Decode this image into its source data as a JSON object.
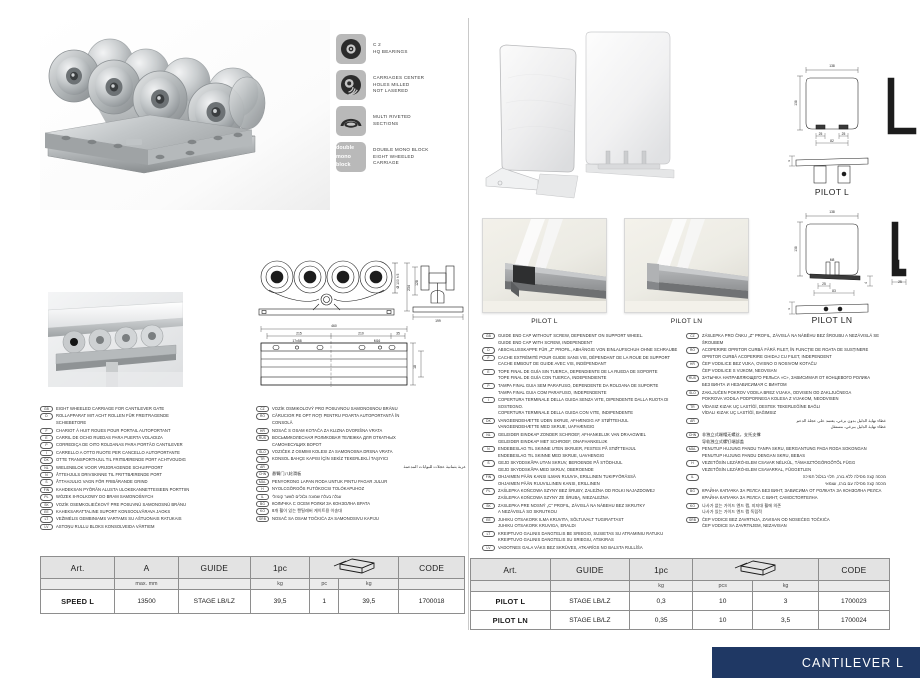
{
  "features": [
    {
      "icon": "bearing-icon",
      "text": "C 2\nHQ BEARINGS"
    },
    {
      "icon": "milled-hole-icon",
      "text": "CARRIAGES CENTER\nHOLES MILLED\nNOT LASERED"
    },
    {
      "icon": "riveted-section-icon",
      "text": "MULTI RIVETED\nSECTIONS"
    },
    {
      "icon": "double-mono-block-badge",
      "badge": "double\nmono\nblock",
      "text": "DOUBLE MONO BLOCK\nEIGHT WHEELED\nCARRIAGE"
    }
  ],
  "languages_left": [
    {
      "code": "GB",
      "text": "EIGHT WHEELED CARRIAGE FOR CANTILEVER GATE"
    },
    {
      "code": "D",
      "text": "ROLLAPPARAT MIT ACHT ROLLEN FÜR FREITRAGENDE\nSCHIEBETORE"
    },
    {
      "code": "F",
      "text": "CHARIOT À HUIT ROUES POUR PORTAIL AUTOPORTANT"
    },
    {
      "code": "E",
      "text": "CARRIL DE OCHO RUEDAS PARA PUERTA VOLADIZA"
    },
    {
      "code": "P",
      "text": "CORREDIÇA DE OITO ROLDANAS PARA PORTÃO CANTILEVER"
    },
    {
      "code": "I",
      "text": "CARRELLO A OTTO RUOTE PER CANCELLO AUTOPORTANTE"
    },
    {
      "code": "DK",
      "text": "OTTE TRANSPORTHJUL TIL FRITBÆRENDE PORT ACHTVOUDIG"
    },
    {
      "code": "NL",
      "text": "WIELENBLOK VOOR VRIJDRAGENDE SCHUIFPOORT"
    },
    {
      "code": "N",
      "text": "ÅTTEHJULS DRIVSKINNE TIL FRITTBÆRENDE PORT"
    },
    {
      "code": "S",
      "text": "ÅTTAHJULIG VAGN FÖR FRIBÄRANDE GRIND"
    },
    {
      "code": "FIN",
      "text": "KAHDEKSAN PYÖRÄN ALUSTA ULOKEKANNETTEISEEN PORTTIIN"
    },
    {
      "code": "PL",
      "text": "WÓZEK 8-ROLKOWY DO BRAM SAMONOŚNYCH"
    },
    {
      "code": "SK",
      "text": "VOZÍK OSEMKOLIEČKOVÝ PRE POSUVNÚ SAMONOSNÚ BRÁNU"
    },
    {
      "code": "EE",
      "text": "KAHEKSARATTALINE SUPORT KONSOOLVÄRAVA JAOKS"
    },
    {
      "code": "LT",
      "text": "VEŽIMĖLIS GEMBINIAMS VARTAMS SU AŠTUONAIS RATUKAIS"
    },
    {
      "code": "LV",
      "text": "ASTOŅU RULLU BLOKS KONSOLVEIDA VĀRTIEM"
    }
  ],
  "languages_mid": [
    {
      "code": "CZ",
      "text": "VOZÍK OSMIKOLOVÝ PRO POSUVNOU SAMONOSNOU BRÁNU"
    },
    {
      "code": "RO",
      "text": "CĂRUCIOR PE OPT ROŢI PENTRU POARTA AUTOPORTANTĂ ÎN\nCONSOLĂ"
    },
    {
      "code": "HR",
      "text": "NOSAČ S OSAM KOTAČA ZA KLIZNA DVORIŠNA VRATA"
    },
    {
      "code": "RUS",
      "text": "ВОСЬМИКОЛЕСНАЯ РОЛИКОВАЯ ТЕЛЕЖКА ДЛЯ ОТКАТНЫХ\nСАМОНЕСУЩИХ ВОРОТ"
    },
    {
      "code": "SLO",
      "text": "VOZIČEK Z OSMIMI KOLESI ZA SAMONOSNA DRSNA VRATA"
    },
    {
      "code": "TR",
      "text": "KONSOL BAHÇE KAPISI İÇİN SEKİZ TEKERLEKLİ TAŞIYICI"
    },
    {
      "code": "AR",
      "text": "عربة بثمانية عجلات للبوابات المدعمة",
      "rtl": true
    },
    {
      "code": "CHN",
      "text": "悬臂门八轮滑板"
    },
    {
      "code": "MAL",
      "text": "PENYORONG LAPAN RODA UNTUK PINTU PAGAR JULUR"
    },
    {
      "code": "H",
      "text": "NYOLCGÖRGŐS FUTÓKOCSI TOLÓKAPUHOZ"
    },
    {
      "code": "IL",
      "text": "עגלה בעלת שמונה גלגלים לשער קונזולי"
    },
    {
      "code": "BG",
      "text": "КОЛИЧКА С ОСЕМ РОЛКИ ЗА КОНЗОЛНА ВРАТА"
    },
    {
      "code": "KO",
      "text": "8개 휠이 있는 캔틸레버 게이트용 이송대"
    },
    {
      "code": "SRB",
      "text": "NOSAČ SA OSAM TOČKIĆA ZA SAMONOSIVU KAPIJU"
    }
  ],
  "languages_right_1": [
    {
      "code": "GB",
      "text": "GUIDE END CAP WITHOUT SCREW, DEPENDENT ON SUPPORT WHEEL.\nGUIDE END CAP WITH SCREW, INDEPENDENT"
    },
    {
      "code": "D",
      "text": "ABSCHLUSSKAPPE FÜR „Z\" PROFIL, ABHÄNGIG VON EINLAUFSCHUH OHNE SCHRAUBE"
    },
    {
      "code": "F",
      "text": "CACHE EXTRÉMITÉ POUR GUIDE SANS VIS, DÉPENDANT DE LA ROUE DE SUPPORT\nCACHE EMBOUT DE GUIDE AVEC VIS, INDÉPENDANT"
    },
    {
      "code": "E",
      "text": "TOPE FINAL DE GUÍA SIN TUERCA, DEPENDIENTE DE LA RUEDA DE SOPORTE\nTOPE FINAL DE GUÍA CON TUERCA, INDEPENDIENTE"
    },
    {
      "code": "P",
      "text": "TAMPA FINAL GUIA SEM PARAFUSO, DEPENDENTE DA ROLDANA DE SUPORTE\nTAMPA FINAL GUIA COM PARAFUSO, INDEPENDENTE"
    },
    {
      "code": "I",
      "text": "COPERTURA TERMINALE DELLA GUIDA SENZA VITE, DIPENDENTE DALLA RUOTA DI SOSTEGNO.\nCOPERTURA TERMINALE DELLA GUIDA CON VITE, INDIPENDENTE"
    },
    {
      "code": "DK",
      "text": "VANGEENDEHÆTTE UDEN SKRUE, AFHÆNGIG AF STØTTEHJUL\nVANGEENDEHÆTTE MED SKRUE, UAFHÆNGIG"
    },
    {
      "code": "NL",
      "text": "GELEIDER EINDKAP ZONDER SCHROEF, AFHANKELIJK VAN DRAAGWIEL\nGELEIDER EINDKAP MET SCHROEF, ONAFHANKELIJK"
    },
    {
      "code": "N",
      "text": "ENDEBESLAG TIL SKINNE UTEN SKRUER, FESTES PÅ STØTTEHJUL\nENDEBESLAG TIL SKINNE MED SKRUE, UAVHENGIG"
    },
    {
      "code": "S",
      "text": "GEJD SKYDDSKÅPA UTAN SKRUV, BEROENDE PÅ STÖDHJUL\nGEJD SKYDDSKÅPA MED SKRUV, OBEROENDE"
    },
    {
      "code": "FIN",
      "text": "OHJAIMEN PÄÄN KANSI ILMAN RUUVIA, ERILLINEN TUKIPYÖRÄSSÄ\nOHJAIMEN PÄÄN RUUVILLINEN KANSI, ERILLINEN"
    },
    {
      "code": "PL",
      "text": "ZAŚLEPKA KOŃCOWA SZYNY BEZ ŚRUBY, ZALEŻNA OD ROLKI NAJAZDOWEJ\nZAŚLEPKA KOŃCOWA SZYNY ZE ŚRUBĄ, NIEZALEŻNA"
    },
    {
      "code": "SK",
      "text": "ZASLEPKA PRE NOSNÝ „C\" PROFIL, ZÁVISLÁ NA NÁBEHU BEZ SKRUTKY\nA NEZÁVISLÁ SO SKRUTKOU"
    },
    {
      "code": "EE",
      "text": "JUHIKU OTSAKORK ILMA KRUVITA, SÕLTUVALT TUGIRATTAST\nJUHIKU OTSAKORK KRUVIGA, ERALDI"
    },
    {
      "code": "LT",
      "text": "KREIPTUVO GALINIS DANGTELIS BE SRIEGIO, SUSIETAS SU ATRAMINIU RATUKU\nKREIPTUVO GALINIS DANGTELIS SU SRIEGIU, ATSKIRAS"
    },
    {
      "code": "LV",
      "text": "VADOTNES GALA VĀKS BEZ SKRŪVES, ATKARĪGS NO BALSTA RULLĪŠA"
    }
  ],
  "languages_right_2": [
    {
      "code": "CZ",
      "text": "ZÁSLEPKA PRO ČNKU „Z\" PROFIL, ZÁVISLÁ NA NÁBĚHU BEZ ŠROUBU A NEZÁVISLÁ SE ŠROUBEM"
    },
    {
      "code": "RO",
      "text": "ACOPERIRE OPRITOR CURBĂ FĂRĂ FILET, ÎN FUNCȚIE DE ROATA DE SUSȚINERE\nOPRITOR CURBĂ ACOPERIRE GHIDAJ CU FILET, INDEPENDENT"
    },
    {
      "code": "HR",
      "text": "ČEP VODILICE BEZ VIJKA, OVISNO O NOSIVOM KOTAČU\nČEP VODILICE S VIJKOM, NEOVISAN"
    },
    {
      "code": "RUS",
      "text": "ЗАТЫЧКА НАПРАВЛЯЮЩЕГО РЕЛЬСА «С», ЗАВИСИМАЯ ОТ КОНЦЕВОГО РОЛИКА\nБЕЗ ВИНТА И НЕЗАВИСИМАЯ С ВИНТОМ"
    },
    {
      "code": "SLO",
      "text": "ZAKLJUČEN POKROV VODILA BREZ VIJAKA, ODVISEN OD ZAKLJUČNEGA\nPOKROVA VODILA PODPORNEGA KOLESA Z VIJAKOM, NEODVISEN"
    },
    {
      "code": "TR",
      "text": "VİDASIZ KIZAK UÇ LASTİĞİ, DESTEK TEKERLEĞİNE BAĞLI\nVİDALI KIZAK UÇ LASTİĞİ, BAĞIMSIZ"
    },
    {
      "code": "AR",
      "text": "غطاء نهاية الدليل بدون برغي، يعتمد على عجلة الدعم\nغطاء نهاية الدليل ببرغي، مستقل",
      "rtl": true
    },
    {
      "code": "CHN",
      "text": "非独立式端帽无螺丝，支托支撑\n导轨独立式螺钉端部盖"
    },
    {
      "code": "MAL",
      "text": "PENUTUP HUJUNG PANDU TANPA SKRU, BERGANTUNG PADA RODA SOKONGAN\nPENUTUP HUJUNG PANDU DENGAN SKRU, BEBAS"
    },
    {
      "code": "H",
      "text": "VEZETŐSÍN LEZÁRÓ-ELEM CSAVAR NÉLKÜL, TÁMASZTÓGÖRGŐTŐL FÜGG\nVEZETŐSÍN LEZÁRÓ-ELEM CSAVARRAL, FÜGGETLEN"
    },
    {
      "code": "IL",
      "text": "מכסה קצה מסילה ללא בורג, תלוי בגלגל תמיכה\nמכסה קצה מסילה עם בורג, עצמאי",
      "rtl": true
    },
    {
      "code": "BG",
      "text": "КРАЙНА КАПАЧКА ЗА РЕЛСА БЕЗ ВИНТ, ЗАВИСИМА ОТ РОЛКАТА ЗА КОНЗОЛНА РЕЛСА\nКРАЙНА КАПАЧКА ЗА РЕЛСА С ВИНТ, САМОСТОЯТЕЛНА"
    },
    {
      "code": "KO",
      "text": "나사가 없는 가이드 엔드 캡, 지지대 휠에 의존\n나사가 있는 가이드 엔드 캡 독립적"
    },
    {
      "code": "SRB",
      "text": "ČEP VODICE BEZ ZAVRTNJA, ZAVISAN OD NOSEĆEG TOČKIĆA\nČEP VODICE SA ZAVRTNJEM, NEZAVISAN"
    }
  ],
  "pilot_photos": [
    {
      "caption": "PILOT L"
    },
    {
      "caption": "PILOT LN"
    }
  ],
  "pilot_drawings": [
    {
      "label": "PILOT L",
      "dim_width": "138",
      "dim_height": "138",
      "dim_a": "25",
      "dim_b": "25",
      "dim_c": "82",
      "dim_d": "4"
    },
    {
      "label": "PILOT LN",
      "dim_width": "138",
      "dim_height": "138",
      "dim_a": "25",
      "dim_b": "M8",
      "dim_c": "83",
      "dim_d": "4"
    }
  ],
  "tech_dims_left": {
    "wheel_spread": "460",
    "seg1": "215",
    "seg2": "210",
    "seg3": "35",
    "hole1": "17x58",
    "hole2": "M16",
    "width": "199",
    "height_total": "234",
    "height_wheels": "128",
    "height_base": "18",
    "wheel_dia": "Ø 100 h 5"
  },
  "table_left": {
    "headers": [
      "Art.",
      "A",
      "GUIDE",
      "1pc",
      "box-icon",
      "CODE"
    ],
    "units": [
      "",
      "max. mm",
      "",
      "kg",
      "pc",
      "kg",
      ""
    ],
    "rows": [
      {
        "art": "SPEED L",
        "a": "13500",
        "guide": "STAGE LB/LZ",
        "unit_kg": "39,5",
        "pc": "1",
        "box_kg": "39,5",
        "code": "1700018"
      }
    ]
  },
  "table_right": {
    "headers": [
      "Art.",
      "GUIDE",
      "1pc",
      "box-icon",
      "CODE"
    ],
    "units": [
      "",
      "",
      "kg",
      "pcs",
      "kg",
      ""
    ],
    "rows": [
      {
        "art": "PILOT L",
        "guide": "STAGE LB/LZ",
        "unit_kg": "0,3",
        "pcs": "10",
        "box_kg": "3",
        "code": "1700023"
      },
      {
        "art": "PILOT LN",
        "guide": "STAGE LB/LZ",
        "unit_kg": "0,35",
        "pcs": "10",
        "box_kg": "3,5",
        "code": "1700024"
      }
    ]
  },
  "footer": {
    "title": "CANTILEVER L",
    "color": "#1f3864"
  }
}
